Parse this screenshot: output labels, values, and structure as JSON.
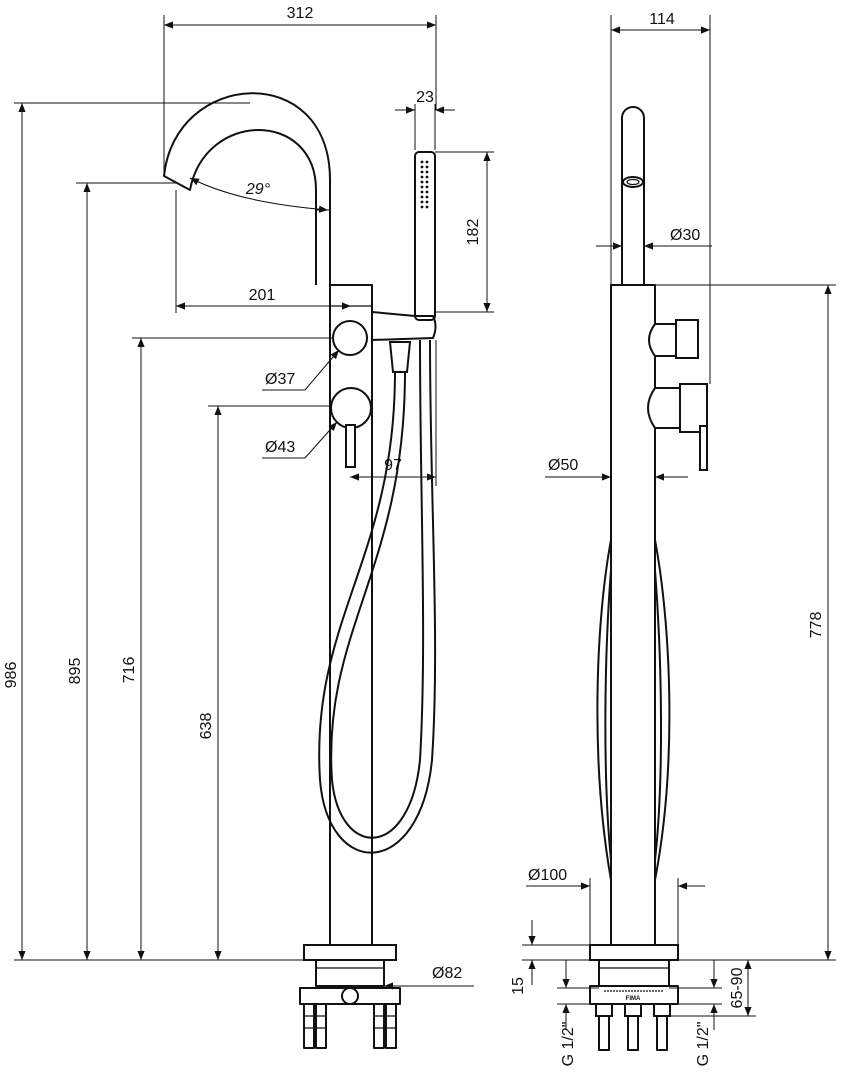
{
  "side_view": {
    "dim_width": "312",
    "dim_outlet_offset": "201",
    "dim_spout_angle": "29°",
    "dim_handshower_dia": "23",
    "dim_handshower_length": "182",
    "dim_upper_handle_dia": "Ø37",
    "dim_lower_handle_dia": "Ø43",
    "dim_holder_offset": "97",
    "dim_total_height": "986",
    "dim_outlet_height": "895",
    "dim_upper_handle_height": "716",
    "dim_lower_handle_height": "638",
    "dim_base_dia": "Ø82"
  },
  "front_view": {
    "dim_width": "114",
    "dim_spout_dia": "Ø30",
    "dim_body_dia": "Ø50",
    "dim_body_height": "778",
    "dim_flange_dia": "Ø100",
    "dim_flange_height": "15",
    "dim_floor_depth": "65-90",
    "dim_connection_left": "G 1/2\"",
    "dim_connection_right": "G 1/2\"",
    "brand_mark": "FIMA"
  }
}
